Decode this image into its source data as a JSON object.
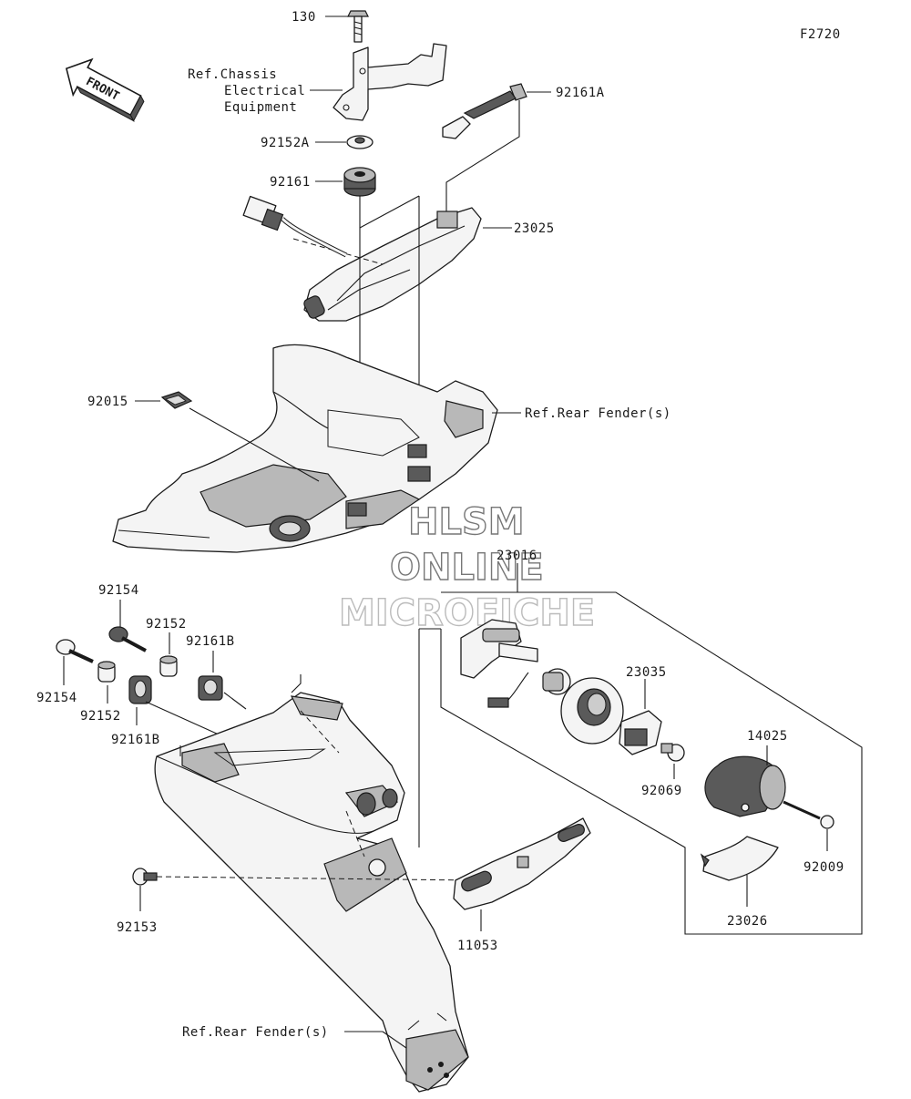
{
  "figure_code": "F2720",
  "front_arrow": "FRONT",
  "labels": {
    "p130": "130",
    "ref_chassis_1": "Ref.Chassis",
    "ref_chassis_2": "Electrical",
    "ref_chassis_3": "Equipment",
    "p92161a": "92161A",
    "p92152a": "92152A",
    "p92161": "92161",
    "p23025": "23025",
    "p92015": "92015",
    "ref_rear_fender_top": "Ref.Rear Fender(s)",
    "p23016": "23016",
    "p92154_top": "92154",
    "p92152_top": "92152",
    "p92161b_top": "92161B",
    "p92154_left": "92154",
    "p92152_bottom": "92152",
    "p92161b_bottom": "92161B",
    "p23035": "23035",
    "p14025": "14025",
    "p92069": "92069",
    "p92009": "92009",
    "p23026": "23026",
    "p92153": "92153",
    "p11053": "11053",
    "ref_rear_fender_bottom": "Ref.Rear Fender(s)"
  },
  "watermark": {
    "line1": "HLSM",
    "line2": "ONLINE",
    "line3": "MICROFICHE"
  }
}
